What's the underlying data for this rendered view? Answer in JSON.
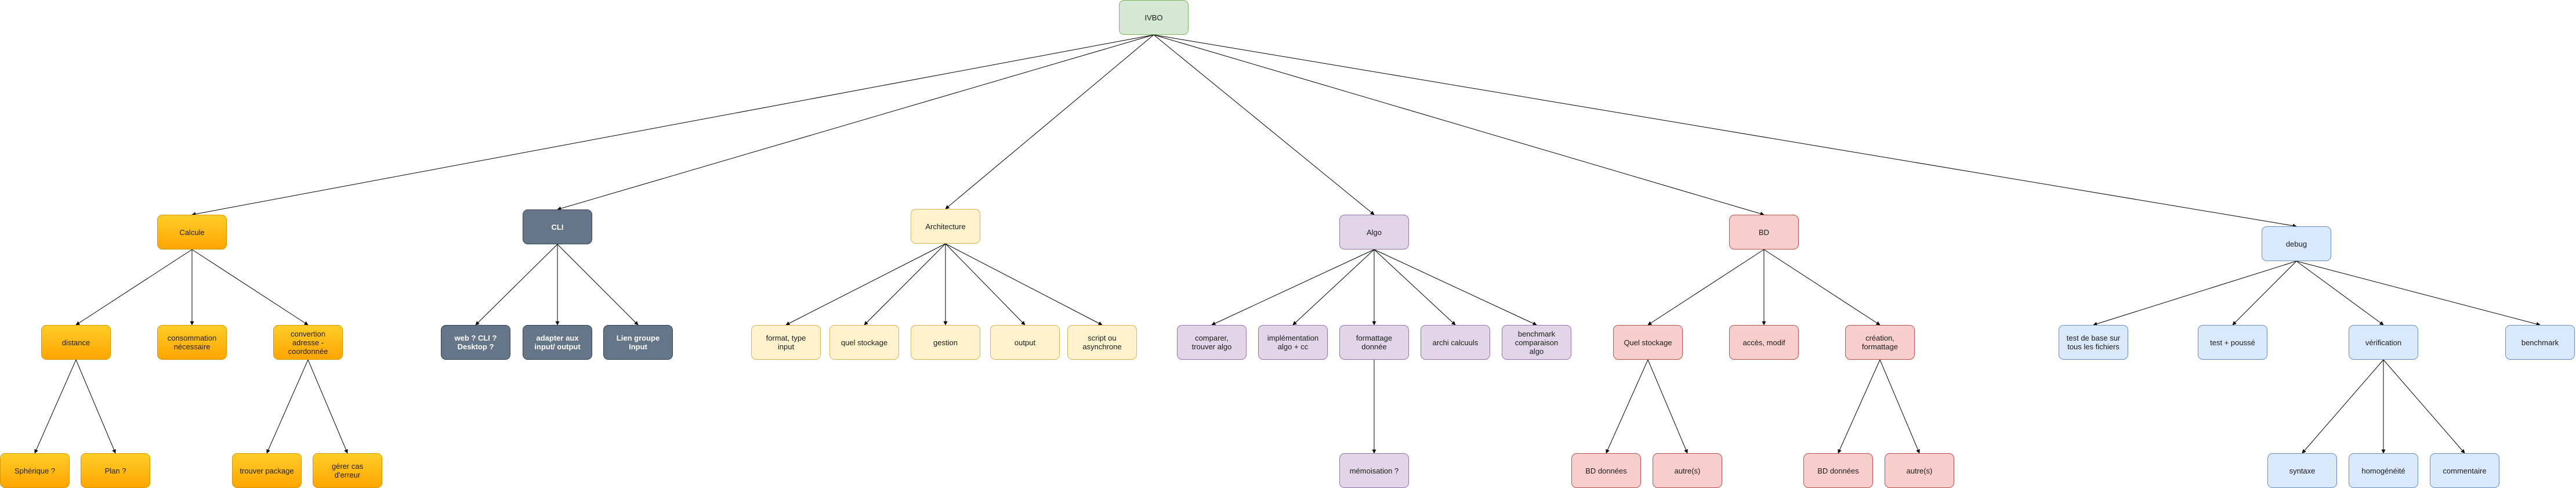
{
  "nodes": {
    "root": "IVBO",
    "calcule": "Calcule",
    "cli": "CLI",
    "architecture": "Architecture",
    "algo": "Algo",
    "bd": "BD",
    "debug": "debug",
    "distance": "distance",
    "consommation": "consommation nécessaire",
    "conversion": "convertion adresse - coordonnée",
    "spherique": "Sphérique ?",
    "plan": "Plan ?",
    "trouver_package": "trouver package",
    "gerer_erreur": "gérer cas d'erreur",
    "web_cli": "web ? CLI ? Desktop ?",
    "adapter": "adapter aux input/ output",
    "lien_groupe": "Lien groupe Input",
    "format_input": "format, type input",
    "quel_stockage_arch": "quel stockage",
    "gestion": "gestion",
    "output": "output",
    "script": "script ou asynchrone",
    "comparer": "comparer, trouver algo",
    "implementation": "implémentation algo + cc",
    "formattage_donnee": "formattage donnée",
    "archi_calcul": "archi calcuuls",
    "benchmark_algo": "benchmark comparaison algo",
    "memoisation": "mémoisation ?",
    "quel_stockage_bd": "Quel stockage",
    "acces": "accès, modif",
    "creation": "création, formattage",
    "bd_donnees_1": "BD données",
    "autres_1": "autre(s)",
    "bd_donnees_2": "BD données",
    "autres_2": "autre(s)",
    "test_base": "test de base sur tous les fichiers",
    "test_pousse": "test + poussé",
    "verification": "vérification",
    "benchmark": "benchmark",
    "syntaxe": "syntaxe",
    "homogeneite": "homogénéité",
    "commentaire": "commentaire"
  },
  "edges": [
    [
      "root",
      "calcule"
    ],
    [
      "root",
      "cli"
    ],
    [
      "root",
      "architecture"
    ],
    [
      "root",
      "algo"
    ],
    [
      "root",
      "bd"
    ],
    [
      "root",
      "debug"
    ],
    [
      "calcule",
      "distance"
    ],
    [
      "calcule",
      "consommation"
    ],
    [
      "calcule",
      "conversion"
    ],
    [
      "distance",
      "spherique"
    ],
    [
      "distance",
      "plan"
    ],
    [
      "conversion",
      "trouver_package"
    ],
    [
      "conversion",
      "gerer_erreur"
    ],
    [
      "cli",
      "web_cli"
    ],
    [
      "cli",
      "adapter"
    ],
    [
      "cli",
      "lien_groupe"
    ],
    [
      "architecture",
      "format_input"
    ],
    [
      "architecture",
      "quel_stockage_arch"
    ],
    [
      "architecture",
      "gestion"
    ],
    [
      "architecture",
      "output"
    ],
    [
      "architecture",
      "script"
    ],
    [
      "algo",
      "comparer"
    ],
    [
      "algo",
      "implementation"
    ],
    [
      "algo",
      "formattage_donnee"
    ],
    [
      "algo",
      "archi_calcul"
    ],
    [
      "algo",
      "benchmark_algo"
    ],
    [
      "formattage_donnee",
      "memoisation"
    ],
    [
      "bd",
      "quel_stockage_bd"
    ],
    [
      "bd",
      "acces"
    ],
    [
      "bd",
      "creation"
    ],
    [
      "quel_stockage_bd",
      "bd_donnees_1"
    ],
    [
      "quel_stockage_bd",
      "autres_1"
    ],
    [
      "creation",
      "bd_donnees_2"
    ],
    [
      "creation",
      "autres_2"
    ],
    [
      "debug",
      "test_base"
    ],
    [
      "debug",
      "test_pousse"
    ],
    [
      "debug",
      "verification"
    ],
    [
      "debug",
      "benchmark"
    ],
    [
      "verification",
      "syntaxe"
    ],
    [
      "verification",
      "homogeneite"
    ],
    [
      "verification",
      "commentaire"
    ]
  ]
}
